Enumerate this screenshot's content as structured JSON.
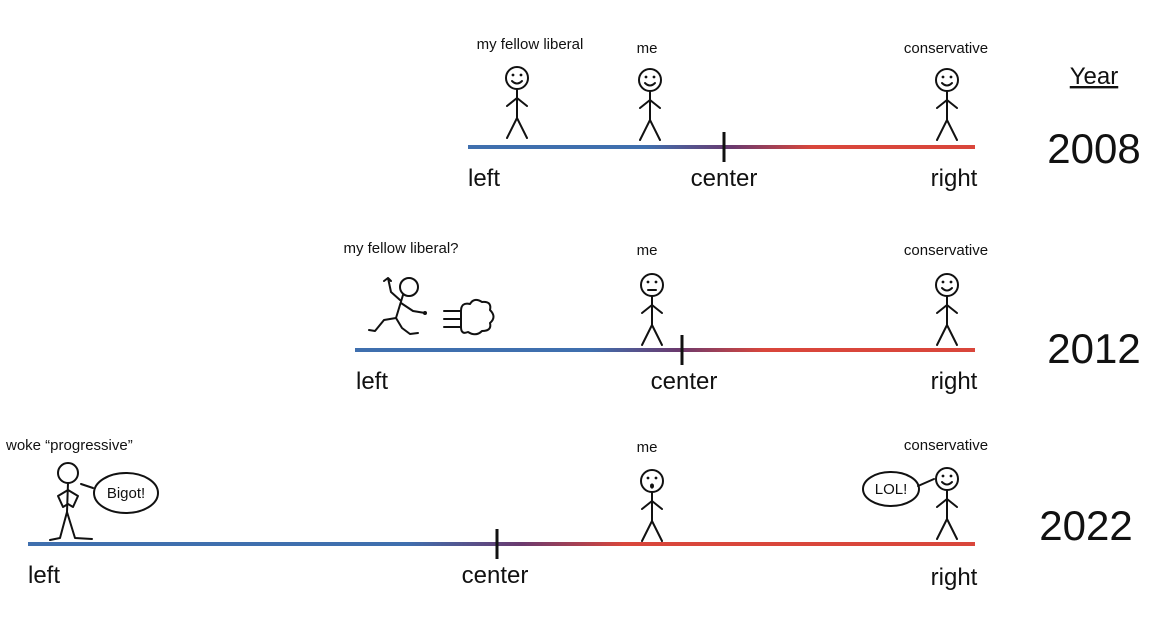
{
  "header": {
    "year_label": "Year"
  },
  "axis_labels": {
    "left": "left",
    "center": "center",
    "right": "right"
  },
  "colors": {
    "left": "#3f6fae",
    "middle": "#6a3a6f",
    "right": "#d9463b"
  },
  "rows": [
    {
      "year": "2008",
      "figures": {
        "liberal": {
          "label": "my fellow liberal",
          "pose": "smile"
        },
        "me": {
          "label": "me",
          "pose": "smile"
        },
        "conservative": {
          "label": "conservative",
          "pose": "smile"
        }
      }
    },
    {
      "year": "2012",
      "figures": {
        "liberal": {
          "label": "my fellow liberal?",
          "pose": "running-away"
        },
        "me": {
          "label": "me",
          "pose": "neutral"
        },
        "conservative": {
          "label": "conservative",
          "pose": "smile"
        }
      }
    },
    {
      "year": "2022",
      "figures": {
        "liberal": {
          "label": "woke “progressive”",
          "pose": "angry-hands-on-hips",
          "speech": "Bigot!"
        },
        "me": {
          "label": "me",
          "pose": "shocked"
        },
        "conservative": {
          "label": "conservative",
          "pose": "smile",
          "speech": "LOL!"
        }
      }
    }
  ]
}
